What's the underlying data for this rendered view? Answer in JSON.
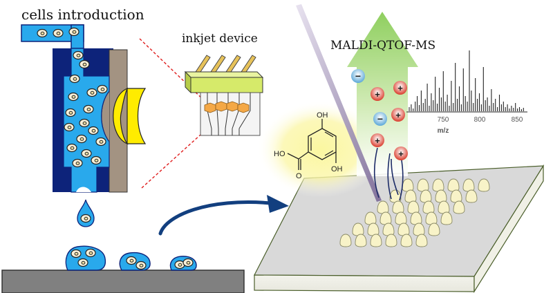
{
  "labels": {
    "cells_introduction": "cells introduction",
    "inkjet_device": "inkjet device",
    "maldi": "MALDI-QTOF-MS"
  },
  "molecule": {
    "top_oh": "OH",
    "bottom_oh": "OH",
    "acid": "HO"
  },
  "spectrum": {
    "x_ticks": [
      "750",
      "800",
      "850"
    ],
    "x_label": "m/z"
  },
  "ions": {
    "negative": "−",
    "positive": "+"
  },
  "colors": {
    "device_blue": "#0d237a",
    "liquid_blue": "#29a9ec",
    "piezo_yellow": "#ffec00",
    "arrow_navy": "#123f7f",
    "arrow_green": "#9bd36b",
    "laser_purple": "#8b7ba6",
    "plate_gray": "#d9d9d9",
    "substrate_gray": "#808080"
  }
}
